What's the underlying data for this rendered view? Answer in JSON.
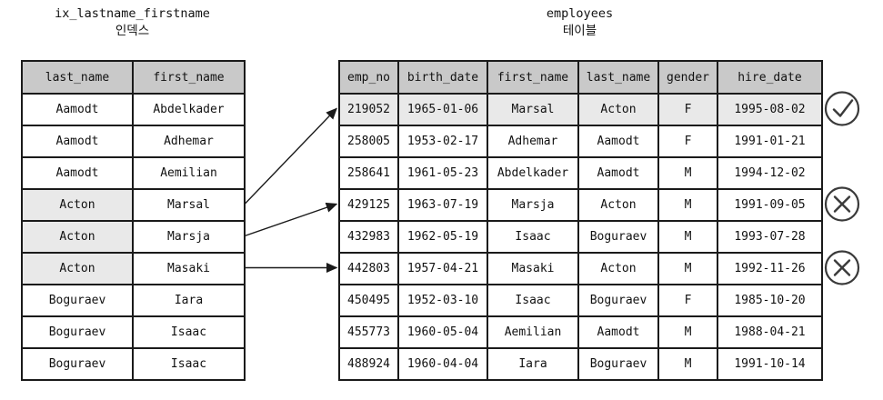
{
  "index_table": {
    "title": "ix_lastname_firstname",
    "subtitle": "인덱스",
    "headers": [
      "last_name",
      "first_name"
    ],
    "rows": [
      [
        "Aamodt",
        "Abdelkader"
      ],
      [
        "Aamodt",
        "Adhemar"
      ],
      [
        "Aamodt",
        "Aemilian"
      ],
      [
        "Acton",
        "Marsal"
      ],
      [
        "Acton",
        "Marsja"
      ],
      [
        "Acton",
        "Masaki"
      ],
      [
        "Boguraev",
        "Iara"
      ],
      [
        "Boguraev",
        "Isaac"
      ],
      [
        "Boguraev",
        "Isaac"
      ]
    ],
    "highlighted_cells": [
      [
        3,
        0
      ],
      [
        4,
        0
      ],
      [
        5,
        0
      ]
    ]
  },
  "employees_table": {
    "title": "employees",
    "subtitle": "테이블",
    "headers": [
      "emp_no",
      "birth_date",
      "first_name",
      "last_name",
      "gender",
      "hire_date"
    ],
    "rows": [
      [
        "219052",
        "1965-01-06",
        "Marsal",
        "Acton",
        "F",
        "1995-08-02"
      ],
      [
        "258005",
        "1953-02-17",
        "Adhemar",
        "Aamodt",
        "F",
        "1991-01-21"
      ],
      [
        "258641",
        "1961-05-23",
        "Abdelkader",
        "Aamodt",
        "M",
        "1994-12-02"
      ],
      [
        "429125",
        "1963-07-19",
        "Marsja",
        "Acton",
        "M",
        "1991-09-05"
      ],
      [
        "432983",
        "1962-05-19",
        "Isaac",
        "Boguraev",
        "M",
        "1993-07-28"
      ],
      [
        "442803",
        "1957-04-21",
        "Masaki",
        "Acton",
        "M",
        "1992-11-26"
      ],
      [
        "450495",
        "1952-03-10",
        "Isaac",
        "Boguraev",
        "F",
        "1985-10-20"
      ],
      [
        "455773",
        "1960-05-04",
        "Aemilian",
        "Aamodt",
        "M",
        "1988-04-21"
      ],
      [
        "488924",
        "1960-04-04",
        "Iara",
        "Boguraev",
        "M",
        "1991-10-14"
      ]
    ],
    "highlighted_rows": [
      0
    ]
  },
  "arrows": [
    {
      "from_index_row": 3,
      "to_employee_row": 0
    },
    {
      "from_index_row": 4,
      "to_employee_row": 3
    },
    {
      "from_index_row": 5,
      "to_employee_row": 5
    }
  ],
  "row_markers": [
    {
      "employee_row": 0,
      "type": "check"
    },
    {
      "employee_row": 3,
      "type": "cross"
    },
    {
      "employee_row": 5,
      "type": "cross"
    }
  ],
  "colors": {
    "header_bg": "#c9c9c9",
    "highlight_bg": "#e9e9e9",
    "border": "#1a1a1a",
    "text": "#111111",
    "arrow": "#1a1a1a",
    "icon_stroke": "#3a3a3a"
  }
}
